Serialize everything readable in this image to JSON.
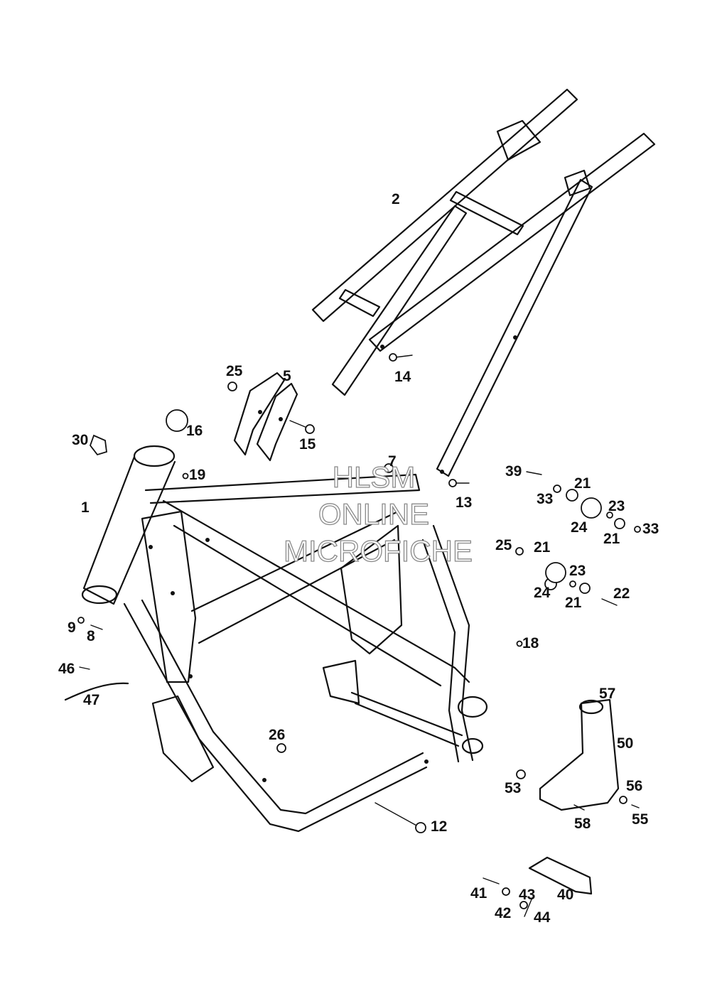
{
  "watermark": {
    "line1": "HLSM",
    "line2": "ONLINE",
    "line3": "MICROFICHE"
  },
  "callouts": {
    "c1": "1",
    "c2": "2",
    "c5": "5",
    "c7": "7",
    "c8": "8",
    "c9": "9",
    "c12": "12",
    "c13": "13",
    "c14": "14",
    "c15": "15",
    "c16": "16",
    "c18": "18",
    "c19": "19",
    "c21a": "21",
    "c21b": "21",
    "c21c": "21",
    "c21d": "21",
    "c22": "22",
    "c23a": "23",
    "c23b": "23",
    "c24a": "24",
    "c24b": "24",
    "c25a": "25",
    "c25b": "25",
    "c26": "26",
    "c30": "30",
    "c33a": "33",
    "c33b": "33",
    "c39": "39",
    "c40": "40",
    "c41": "41",
    "c42": "42",
    "c43": "43",
    "c44": "44",
    "c46": "46",
    "c47": "47",
    "c50": "50",
    "c53": "53",
    "c55": "55",
    "c56": "56",
    "c57": "57",
    "c58": "58"
  }
}
